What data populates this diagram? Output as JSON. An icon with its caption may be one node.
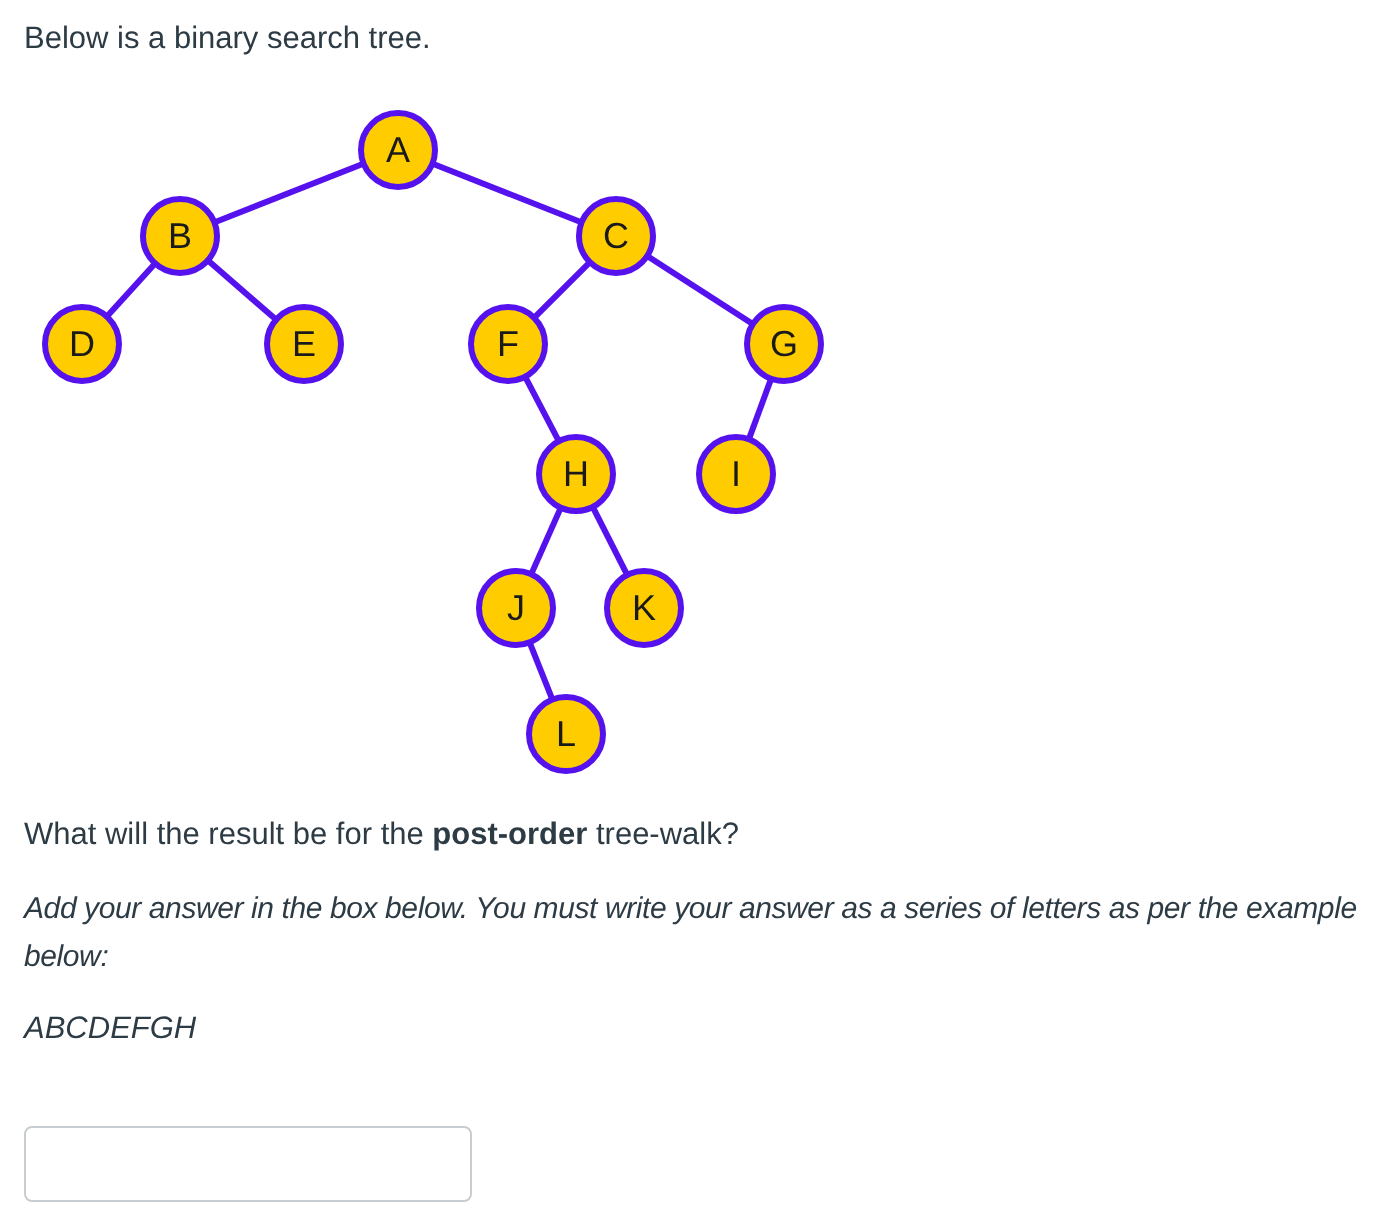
{
  "diagram": {
    "title": "Below is a binary search tree.",
    "nodes": [
      {
        "text": [
          "A"
        ]
      },
      {
        "text": [
          "B"
        ]
      },
      {
        "text": [
          "C"
        ]
      },
      {
        "text": [
          "D"
        ]
      },
      {
        "text": [
          "E"
        ]
      },
      {
        "text": [
          "F"
        ]
      },
      {
        "text": [
          "G"
        ]
      },
      {
        "text": [
          "H"
        ]
      },
      {
        "text": [
          "I"
        ]
      },
      {
        "text": [
          "J"
        ]
      },
      {
        "text": [
          "K"
        ]
      },
      {
        "text": [
          "L"
        ]
      }
    ],
    "edges": [
      {
        "from": 0,
        "to": 1,
        "arrow": "none"
      },
      {
        "from": 0,
        "to": 2,
        "arrow": "none"
      },
      {
        "from": 1,
        "to": 3,
        "arrow": "none"
      },
      {
        "from": 1,
        "to": 4,
        "arrow": "none"
      },
      {
        "from": 2,
        "to": 5,
        "arrow": "none"
      },
      {
        "from": 2,
        "to": 6,
        "arrow": "none"
      },
      {
        "from": 5,
        "to": 7,
        "arrow": "none"
      },
      {
        "from": 6,
        "to": 8,
        "arrow": "none"
      },
      {
        "from": 7,
        "to": 9,
        "arrow": "none"
      },
      {
        "from": 7,
        "to": 10,
        "arrow": "none"
      },
      {
        "from": 9,
        "to": 11,
        "arrow": "none"
      }
    ],
    "labels": [
      "What will the result be for the **post-order** tree-walk?",
      "Add your answer in the box below. You must write your answer as a series of letters as per the example below:",
      "ABCDEFGH"
    ]
  }
}
